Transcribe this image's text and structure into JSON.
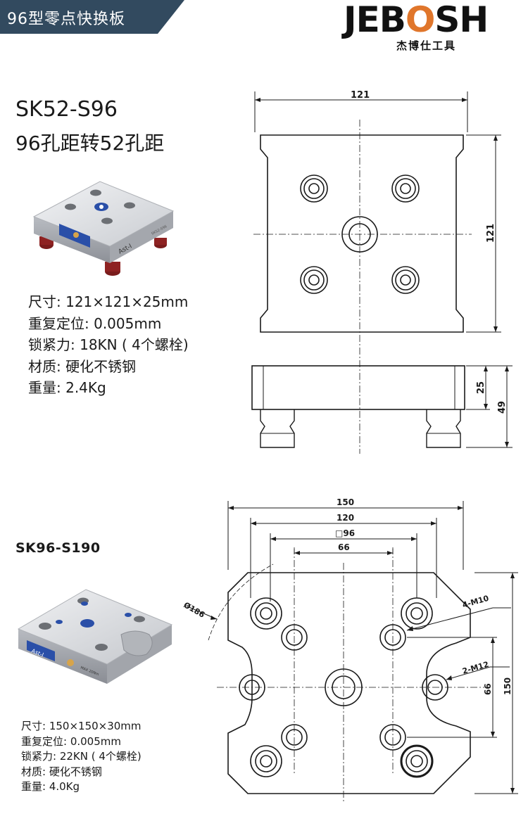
{
  "header": {
    "banner_title": "96型零点快换板",
    "brand": {
      "logo_left": "JEB",
      "logo_o": "O",
      "logo_right": "SH",
      "logo_sub": "杰博仕工具"
    },
    "colors": {
      "banner": "#324a5f",
      "brand_accent": "#e0762b"
    }
  },
  "product1": {
    "model": "SK52-S96",
    "subtitle": "96孔距转52孔距",
    "plate_labels": {
      "brand": "Ast-Ⅰ",
      "model_mark": "SK52-S96"
    },
    "specs": [
      "尺寸: 121×121×25mm",
      "重复定位: 0.005mm",
      "锁紧力: 18KN ( 4个螺栓)",
      "材质: 硬化不锈钢",
      "重量: 2.4Kg"
    ],
    "dimensions": {
      "width": "121",
      "height": "121",
      "thickness": "25",
      "total_height": "49"
    }
  },
  "product2": {
    "model": "SK96-S190",
    "plate_labels": {
      "brand": "Ast-Ⅰ",
      "model_mark": "MAX 20Nm"
    },
    "specs": [
      "尺寸: 150×150×30mm",
      "重复定位: 0.005mm",
      "锁紧力: 22KN ( 4个螺栓)",
      "材质: 硬化不锈钢",
      "重量: 4.0Kg"
    ],
    "dimensions": {
      "overall": "150",
      "bolt_span": "120",
      "square_96": "□96",
      "inner_66": "66",
      "diameter": "Ø186",
      "hole_4": "4-M10",
      "hole_2": "2-M12",
      "vertical_66": "66",
      "vertical_150": "150"
    }
  }
}
